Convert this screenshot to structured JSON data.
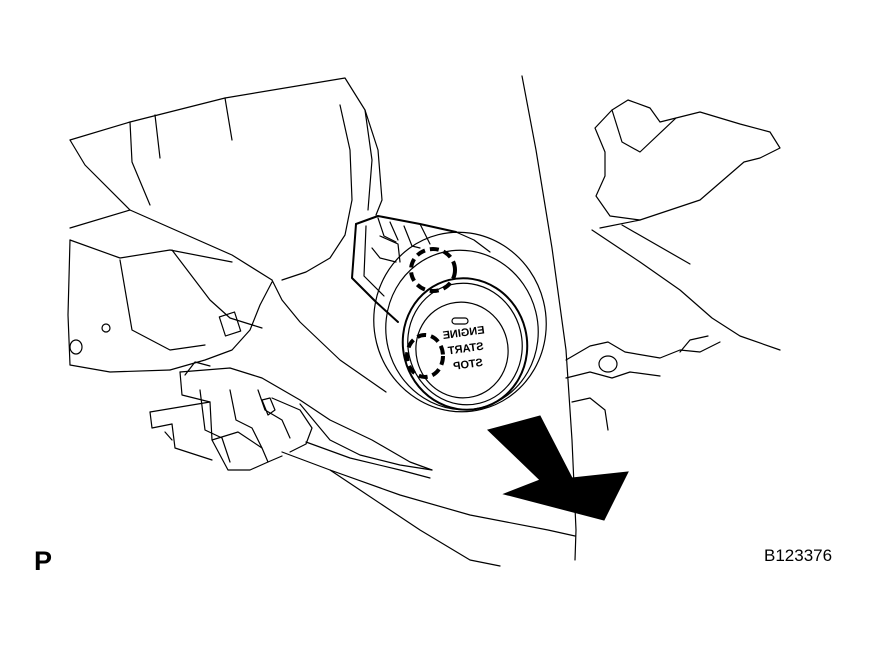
{
  "view_label": "P",
  "figure_code": "B123376",
  "button_text": [
    "ENGINE",
    "START",
    "STOP"
  ],
  "colors": {
    "line": "#000000",
    "background": "#ffffff",
    "arrow": "#000000"
  }
}
